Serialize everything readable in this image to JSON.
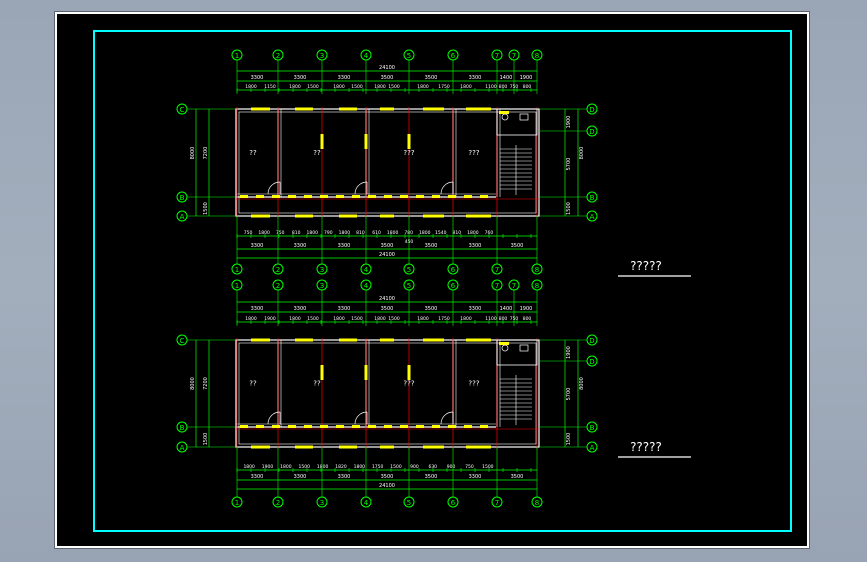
{
  "colors": {
    "background": "#000000",
    "border": "#00ffff",
    "axis": "#00ff00",
    "wall": "#ffffff",
    "window": "#ffff00",
    "redline": "#ff0000",
    "text": "#ffffff"
  },
  "plans": [
    {
      "axes_top": [
        "1",
        "2",
        "3",
        "4",
        "5",
        "6",
        "7",
        "7",
        "8"
      ],
      "axes_bottom": [
        "1",
        "2",
        "3",
        "4",
        "5",
        "6",
        "7",
        "8"
      ],
      "axes_left": [
        "C",
        "B",
        "A"
      ],
      "axes_right": [
        "D",
        "D",
        "B",
        "A"
      ],
      "dim_top_total": "24100",
      "dim_top_row1": [
        "3300",
        "3300",
        "3300",
        "3500",
        "3500",
        "3300",
        "1400",
        "1900"
      ],
      "dim_top_row2": [
        "1800",
        "1150",
        "1800",
        "1500",
        "1800",
        "1500",
        "1800",
        "1500",
        "1800",
        "1750",
        "1800",
        "1100",
        "800",
        "750",
        "800"
      ],
      "dim_bottom_row1": [
        "750",
        "1800",
        "750",
        "810",
        "1800",
        "790",
        "1800",
        "810",
        "610",
        "1800",
        "780",
        "1800",
        "1540",
        "810",
        "1800",
        "760"
      ],
      "dim_bottom_row2": [
        "3300",
        "3300",
        "3300",
        "3500",
        "3500",
        "3300",
        "3500"
      ],
      "dim_bottom_total": "24100",
      "dim_bottom_mid": "450",
      "dim_left": [
        "7200",
        "8000",
        "1500"
      ],
      "dim_right": [
        "1900",
        "5700",
        "8000",
        "1500"
      ],
      "rooms": [
        "??",
        "??",
        "???",
        "???"
      ],
      "title": "?????"
    },
    {
      "axes_top": [
        "1",
        "2",
        "3",
        "4",
        "5",
        "6",
        "7",
        "7",
        "8"
      ],
      "axes_bottom": [
        "1",
        "2",
        "3",
        "4",
        "5",
        "6",
        "7",
        "8"
      ],
      "axes_left": [
        "C",
        "B",
        "A"
      ],
      "axes_right": [
        "D",
        "D",
        "B",
        "A"
      ],
      "dim_top_total": "24100",
      "dim_top_row1": [
        "3300",
        "3300",
        "3300",
        "3500",
        "3500",
        "3300",
        "1400",
        "1900"
      ],
      "dim_top_row2": [
        "1800",
        "1900",
        "1800",
        "1500",
        "1800",
        "1500",
        "1800",
        "1500",
        "1800",
        "1750",
        "1800",
        "1100",
        "800",
        "750",
        "800"
      ],
      "dim_bottom_row1": [
        "1800",
        "1900",
        "1800",
        "1500",
        "1800",
        "1820",
        "1800",
        "1750",
        "1500",
        "900",
        "630",
        "900",
        "750",
        "1500"
      ],
      "dim_bottom_row2": [
        "3300",
        "3300",
        "3300",
        "3500",
        "3500",
        "3300",
        "3500"
      ],
      "dim_bottom_total": "24100",
      "dim_left": [
        "7200",
        "8000",
        "1500"
      ],
      "dim_right": [
        "1900",
        "5700",
        "8000",
        "1500"
      ],
      "rooms": [
        "??",
        "??",
        "???",
        "???"
      ],
      "title": "?????"
    }
  ]
}
